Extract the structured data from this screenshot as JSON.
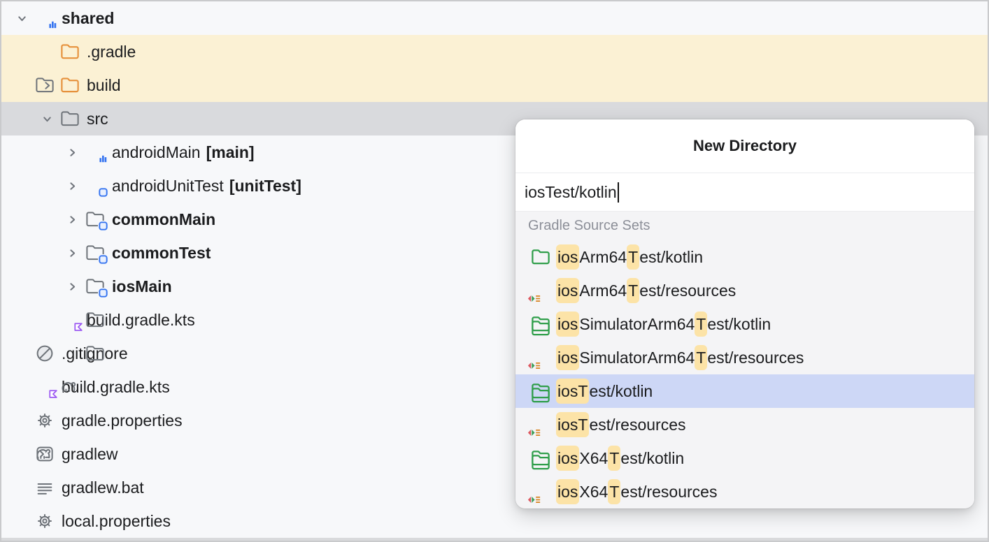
{
  "colors": {
    "panel_bg": "#f7f8fa",
    "excluded_rows_bg": "#fbf1d4",
    "selected_tree_row_bg": "#d9dadd",
    "popup_selection_bg": "#cdd7f6",
    "match_highlight_bg": "#fce3a7",
    "accent_blue": "#3574f0",
    "folder_orange": "#e6913c",
    "folder_green": "#2f9e4a",
    "kotlin_purple": "#9b57f2",
    "icon_gray": "#6e7379"
  },
  "tree": {
    "items": [
      {
        "name": "shared",
        "level": 1,
        "chevron": "down",
        "icon": "android-module-folder",
        "bold": true,
        "bg": "default"
      },
      {
        "name": ".gradle",
        "level": 2,
        "chevron": "none",
        "icon": "folder-excluded",
        "bold": false,
        "bg": "yellow"
      },
      {
        "name": "build",
        "level": 2,
        "chevron": "right",
        "icon": "folder-excluded",
        "bold": false,
        "bg": "yellow"
      },
      {
        "name": "src",
        "level": 2,
        "chevron": "down",
        "icon": "folder",
        "bold": false,
        "bg": "gray-selected"
      },
      {
        "name": "androidMain",
        "suffix": "[main]",
        "level": 3,
        "chevron": "right",
        "icon": "android-module-folder",
        "bold": false,
        "bg": "default"
      },
      {
        "name": "androidUnitTest",
        "suffix": "[unitTest]",
        "level": 3,
        "chevron": "right",
        "icon": "source-root-folder",
        "bold": false,
        "bg": "default"
      },
      {
        "name": "commonMain",
        "level": 3,
        "chevron": "right",
        "icon": "source-root-folder",
        "bold": true,
        "bg": "default"
      },
      {
        "name": "commonTest",
        "level": 3,
        "chevron": "right",
        "icon": "source-root-folder",
        "bold": true,
        "bg": "default"
      },
      {
        "name": "iosMain",
        "level": 3,
        "chevron": "right",
        "icon": "source-root-folder",
        "bold": true,
        "bg": "default"
      },
      {
        "name": "build.gradle.kts",
        "level": 2,
        "chevron": "none",
        "icon": "gradle-kotlin-script",
        "bold": false,
        "bg": "default"
      },
      {
        "name": ".gitignore",
        "level": 1,
        "chevron": "none",
        "icon": "ignored-file",
        "bold": false,
        "bg": "default"
      },
      {
        "name": "build.gradle.kts",
        "level": 1,
        "chevron": "none",
        "icon": "gradle-kotlin-script",
        "bold": false,
        "bg": "default"
      },
      {
        "name": "gradle.properties",
        "level": 1,
        "chevron": "none",
        "icon": "properties-gear",
        "bold": false,
        "bg": "default"
      },
      {
        "name": "gradlew",
        "level": 1,
        "chevron": "none",
        "icon": "terminal-script",
        "bold": false,
        "bg": "default"
      },
      {
        "name": "gradlew.bat",
        "level": 1,
        "chevron": "none",
        "icon": "text-file-lines",
        "bold": false,
        "bg": "default"
      },
      {
        "name": "local.properties",
        "level": 1,
        "chevron": "none",
        "icon": "properties-gear",
        "bold": false,
        "bg": "default"
      }
    ]
  },
  "popup": {
    "title": "New Directory",
    "input_value": "iosTest/kotlin",
    "caret_visible": true,
    "group_label": "Gradle Source Sets",
    "items": [
      {
        "icon": "test-kotlin-folder",
        "selected": false,
        "segs": [
          {
            "t": "ios",
            "hl": true
          },
          {
            "t": "Arm64",
            "hl": false
          },
          {
            "t": "T",
            "hl": true
          },
          {
            "t": "est/kotlin",
            "hl": false
          }
        ]
      },
      {
        "icon": "test-resources-folder",
        "selected": false,
        "segs": [
          {
            "t": "ios",
            "hl": true
          },
          {
            "t": "Arm64",
            "hl": false
          },
          {
            "t": "T",
            "hl": true
          },
          {
            "t": "est/resources",
            "hl": false
          }
        ]
      },
      {
        "icon": "test-kotlin-folder",
        "selected": false,
        "segs": [
          {
            "t": "ios",
            "hl": true
          },
          {
            "t": "SimulatorArm64",
            "hl": false
          },
          {
            "t": "T",
            "hl": true
          },
          {
            "t": "est/kotlin",
            "hl": false
          }
        ]
      },
      {
        "icon": "test-resources-folder",
        "selected": false,
        "segs": [
          {
            "t": "ios",
            "hl": true
          },
          {
            "t": "SimulatorArm64",
            "hl": false
          },
          {
            "t": "T",
            "hl": true
          },
          {
            "t": "est/resources",
            "hl": false
          }
        ]
      },
      {
        "icon": "test-kotlin-folder",
        "selected": true,
        "segs": [
          {
            "t": "iosT",
            "hl": true
          },
          {
            "t": "est/kotlin",
            "hl": false
          }
        ]
      },
      {
        "icon": "test-resources-folder",
        "selected": false,
        "segs": [
          {
            "t": "iosT",
            "hl": true
          },
          {
            "t": "est/resources",
            "hl": false
          }
        ]
      },
      {
        "icon": "test-kotlin-folder",
        "selected": false,
        "segs": [
          {
            "t": "ios",
            "hl": true
          },
          {
            "t": "X64",
            "hl": false
          },
          {
            "t": "T",
            "hl": true
          },
          {
            "t": "est/kotlin",
            "hl": false
          }
        ]
      },
      {
        "icon": "test-resources-folder",
        "selected": false,
        "segs": [
          {
            "t": "ios",
            "hl": true
          },
          {
            "t": "X64",
            "hl": false
          },
          {
            "t": "T",
            "hl": true
          },
          {
            "t": "est/resources",
            "hl": false
          }
        ]
      }
    ]
  }
}
